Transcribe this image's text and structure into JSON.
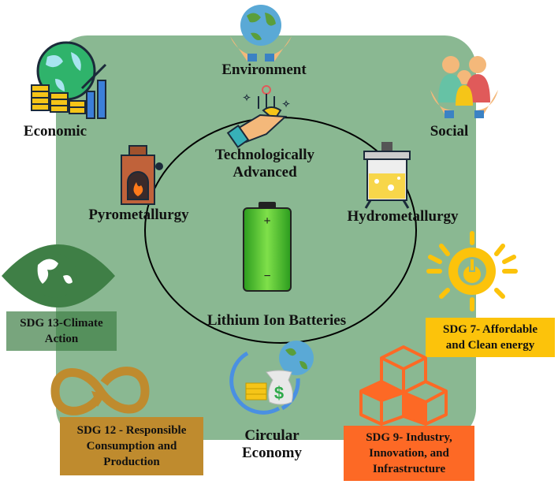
{
  "pillars": {
    "environment": "Environment",
    "economic": "Economic",
    "social": "Social"
  },
  "center": {
    "tech_line1": "Technologically",
    "tech_line2": "Advanced",
    "pyro": "Pyrometallurgy",
    "hydro": "Hydrometallurgy",
    "battery": "Lithium Ion Batteries",
    "circular_line1": "Circular",
    "circular_line2": "Economy",
    "battery_plus": "+",
    "battery_minus": "−",
    "dollar": "$"
  },
  "sdgs": {
    "sdg13_line1": "SDG 13-Climate",
    "sdg13_line2": "Action",
    "sdg7_line1": "SDG 7- Affordable",
    "sdg7_line2": "and Clean energy",
    "sdg12_line1": "SDG 12 - Responsible",
    "sdg12_line2": "Consumption and",
    "sdg12_line3": "Production",
    "sdg9_line1": "SDG 9- Industry,",
    "sdg9_line2": "Innovation, and",
    "sdg9_line3": "Infrastructure"
  },
  "colors": {
    "panel": "#8ab892",
    "sdg13": "#3f7f46",
    "sdg7": "#fcc30b",
    "sdg12": "#bf8b2e",
    "sdg9": "#fd6925"
  }
}
